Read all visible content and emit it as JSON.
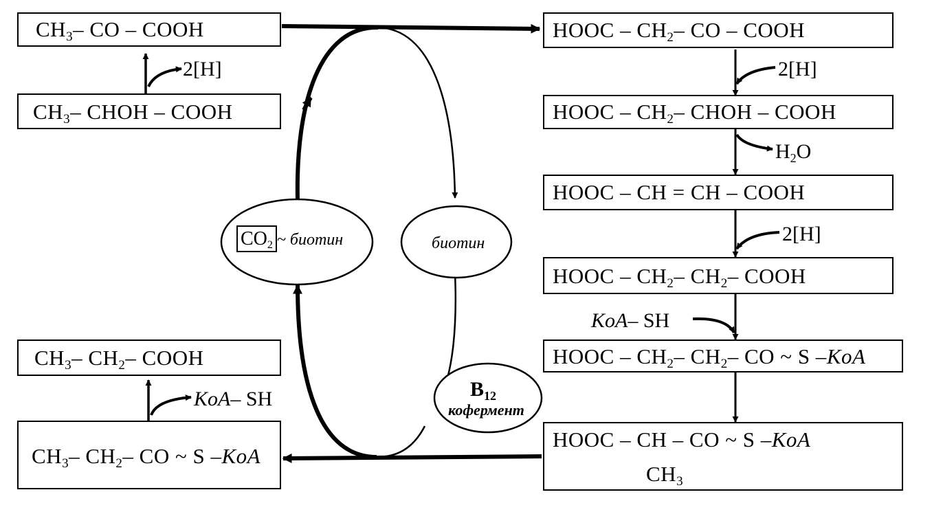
{
  "left_column": {
    "pyruvate": {
      "pre": "CH",
      "sub": "3",
      "post": "– CO – COOH"
    },
    "lactate": {
      "pre": "CH",
      "sub": "3",
      "post": "– CHOH – COOH"
    },
    "propionate": {
      "pre": "CH",
      "sub1": "3",
      "mid": "– CH",
      "sub2": "2",
      "post": "– COOH"
    },
    "propionyl_coa": {
      "pre": "CH",
      "sub1": "3",
      "mid": "– CH",
      "sub2": "2",
      "post": "– CO ~ S –",
      "koa": "KoA"
    },
    "h2_label": "2[H]",
    "koa_sh": {
      "koa": "KoA",
      "rest": "– SH"
    }
  },
  "right_column": {
    "oxaloacetate": {
      "pre": "HOOC – CH",
      "sub": "2",
      "post": "– CO – COOH"
    },
    "malate": {
      "pre": "HOOC – CH",
      "sub": "2",
      "post": "– CHOH – COOH"
    },
    "fumarate": {
      "text": "HOOC – CH = CH – COOH"
    },
    "succinate": {
      "pre": "HOOC – CH",
      "sub1": "2",
      "mid": "– CH",
      "sub2": "2",
      "post": "– COOH"
    },
    "succinyl_coa": {
      "pre": "HOOC – CH",
      "sub1": "2",
      "mid": "– CH",
      "sub2": "2",
      "post": "– CO ~ S –",
      "koa": "KoA"
    },
    "methylmalonyl_coa": {
      "pre": "HOOC – CH – CO ~ S –",
      "koa": "KoA",
      "branch": "CH",
      "branch_sub": "3"
    },
    "h2_label_1": "2[H]",
    "h2o_label": {
      "pre": "H",
      "sub": "2",
      "post": "O"
    },
    "h2_label_2": "2[H]",
    "koa_sh": {
      "koa": "KoA",
      "rest": "– SH"
    }
  },
  "cycle": {
    "co2_biotin": {
      "co2_pre": "CO",
      "co2_sub": "2",
      "rest": "~ биотин"
    },
    "biotin": "биотин",
    "b12": {
      "pre": "B",
      "sub": "12",
      "coenzyme": "кофермент"
    }
  }
}
